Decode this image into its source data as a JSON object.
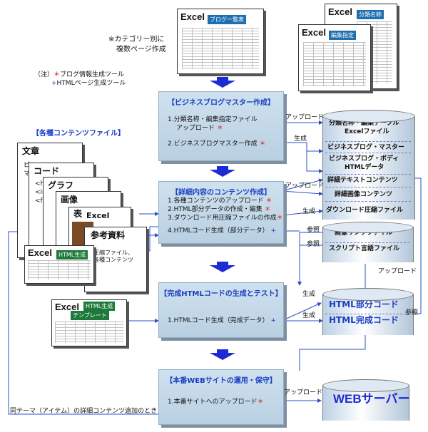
{
  "top": {
    "blog_list": {
      "excel": "Excel",
      "label": "ブログ一覧表"
    },
    "category": {
      "excel": "Excel",
      "label": "分類名称"
    },
    "edit": {
      "excel": "Excel",
      "label": "編集指定"
    },
    "note_line1": "※カテゴリー別に",
    "note_line2": "複数ページ作成"
  },
  "legend": {
    "prefix": "（注）",
    "star": "＊",
    "star_text": "ブログ情報生成ツール",
    "plus": "+",
    "plus_text": "HTMLページ生成ツール"
  },
  "steps": {
    "master": {
      "title": "【ビジネスブログマスター作成】",
      "line1a": "1.分類名称・編集指定ファイル",
      "line1b": "アップロード",
      "line2": "2.ビジネスブログマスター作成"
    },
    "content": {
      "title": "【詳細内容のコンテンツ作成】",
      "line1": "1.各種コンテンツのアップロード",
      "line2": "2.HTML部分データの作成・編集",
      "line3": "3.ダウンロード用圧縮ファイルの作成",
      "line4": "4.HTMLコード生成（部分データ）"
    },
    "test": {
      "title": "【完成HTMLコードの生成とテスト】",
      "line1": "1.HTMLコード生成（完成データ）"
    },
    "ops": {
      "title": "【本番WEBサイトの運用・保守】",
      "line1": "1.本番サイトへのアップロード"
    }
  },
  "files": {
    "title": "【各種コンテンツファイル】",
    "text": "文章",
    "text_sub1": "ビ",
    "text_sub2": "マ",
    "code": "コード",
    "code_l1": "<h1>",
    "code_l2": "<img",
    "code_l3": "<form",
    "graph": "グラフ",
    "image": "画像",
    "table": "表",
    "excel": "Excel",
    "ref": "参考資料",
    "ref_l1": "圧縮ファイル、",
    "ref_l2": "各種コンテンツ",
    "html_gen_excel": "Excel",
    "html_gen": "HTML生成",
    "template_excel": "Excel",
    "template_a": "HTML生成",
    "template_b": "テンプレート"
  },
  "db": {
    "cat_table_a": "分類名称・編集テーブル",
    "cat_table_b": "Excelファイル",
    "master": "ビジネスブログ・マスター",
    "body_a": "ビジネスブログ・ボディ",
    "body_b": "HTMLデータ",
    "detail_text": "詳細テキストコンテンツ",
    "detail_image": "詳細画像コンテンツ",
    "download": "ダウンロード圧縮ファイル",
    "image_link": "画像リンクファイル",
    "script": "スクリプト言語ファイル",
    "html_part": "HTML部分コード",
    "html_full": "HTML完成コード",
    "web": "WEBサーバー"
  },
  "connectors": {
    "upload": "アップロード",
    "generate": "生成",
    "reference": "参照"
  },
  "footer": "同テーマ（アイテム）の詳細コンテンツ追加のとき"
}
